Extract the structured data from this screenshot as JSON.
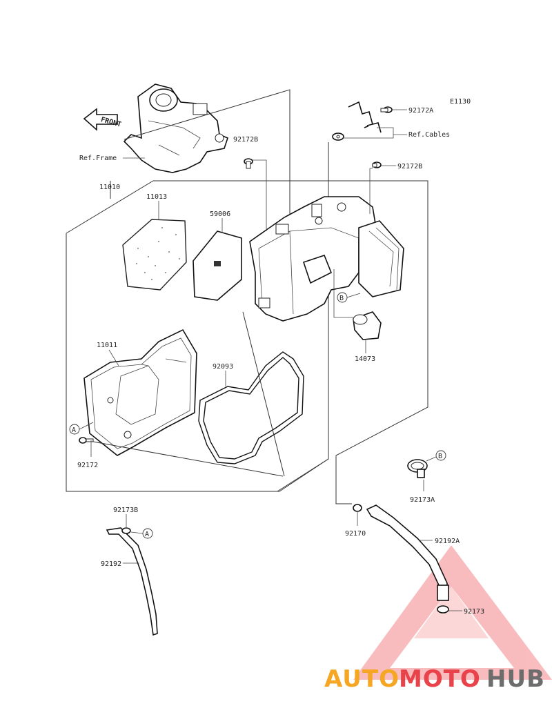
{
  "diagram": {
    "code": "E1130",
    "front_label": "FRONT",
    "refs": {
      "frame": "Ref.Frame",
      "cables": "Ref.Cables"
    },
    "parts": {
      "p11010": "11010",
      "p11013": "11013",
      "p59006": "59006",
      "p92172B_left": "92172B",
      "p92172A": "92172A",
      "p92172B_right": "92172B",
      "p14073": "14073",
      "p11011": "11011",
      "p92093": "92093",
      "p92172": "92172",
      "p92173A": "92173A",
      "p92173B": "92173B",
      "p92170": "92170",
      "p92192A": "92192A",
      "p92192": "92192",
      "p92173": "92173"
    },
    "callouts": {
      "a_left": "A",
      "b_mid": "B",
      "b_right": "B",
      "a_hose": "A"
    }
  },
  "watermark": {
    "part1": "AUTO",
    "part2": "MOTO",
    "part3": "HUB",
    "colors": {
      "orange": "#f5a623",
      "red": "#e8434a",
      "gray": "#6d6d6d"
    }
  }
}
